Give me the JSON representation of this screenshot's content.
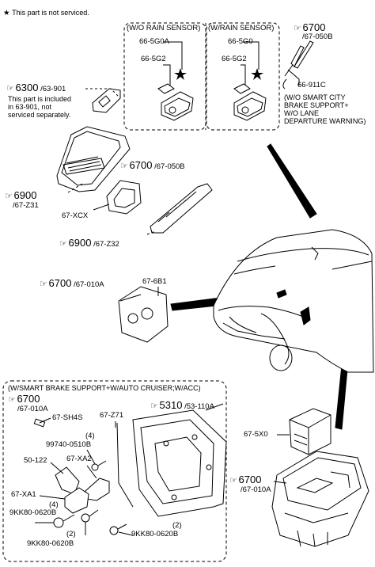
{
  "header": {
    "star": "★",
    "not_serviced": "This part is not serviced."
  },
  "boxes": {
    "wo_rain": "(W/O RAIN SENSOR)",
    "w_rain": "(W/RAIN SENSOR)",
    "smart_brake": "(W/SMART BRAKE SUPPORT+W/AUTO CRUISER;W/ACC)"
  },
  "hand_glyph": "☞",
  "callouts": {
    "c6700_top": {
      "num": "6700",
      "ref": "/67-050B"
    },
    "c6300": {
      "num": "6300",
      "ref": "/63-901"
    },
    "c6300_note": [
      "This part is included",
      "in  63-901, not",
      "serviced separately."
    ],
    "c6700_mid": {
      "num": "6700",
      "ref": "/67-050B"
    },
    "c6900_left": {
      "num": "6900",
      "ref": "/67-Z31"
    },
    "c6900_right": {
      "num": "6900",
      "ref": "/67-Z32"
    },
    "c6700_010a_mid": {
      "num": "6700",
      "ref": "/67-010A"
    },
    "c6700_010a_box": {
      "num": "6700",
      "ref": "/67-010A"
    },
    "c5310": {
      "num": "5310",
      "ref": "/53-110A"
    },
    "c6700_010a_br": {
      "num": "6700",
      "ref": "/67-010A"
    }
  },
  "parts": {
    "p665g0a": "66-5G0A",
    "p665g2_a": "66-5G2",
    "p665g0": "66-5G0",
    "p665g2_b": "66-5G2",
    "p66911c": "66-911C",
    "p66911c_note": [
      "(W/O SMART CITY",
      "BRAKE SUPPORT+",
      "W/O LANE",
      "DEPARTURE WARNING)"
    ],
    "p67xcx": "67-XCX",
    "p676b1": "67-6B1",
    "p67sh4s": "67-SH4S",
    "p67z71": "67-Z71",
    "p99740": "99740-0510B",
    "q4a": "(4)",
    "p67xa2": "67-XA2",
    "p50122": "50-122",
    "p67xa1": "67-XA1",
    "q4b": "(4)",
    "p9kk_a": "9KK80-0620B",
    "q2a": "(2)",
    "p9kk_b": "9KK80-0620B",
    "q2b": "(2)",
    "p9kk_c": "9KK80-0620B",
    "p675x0": "67-5X0"
  }
}
